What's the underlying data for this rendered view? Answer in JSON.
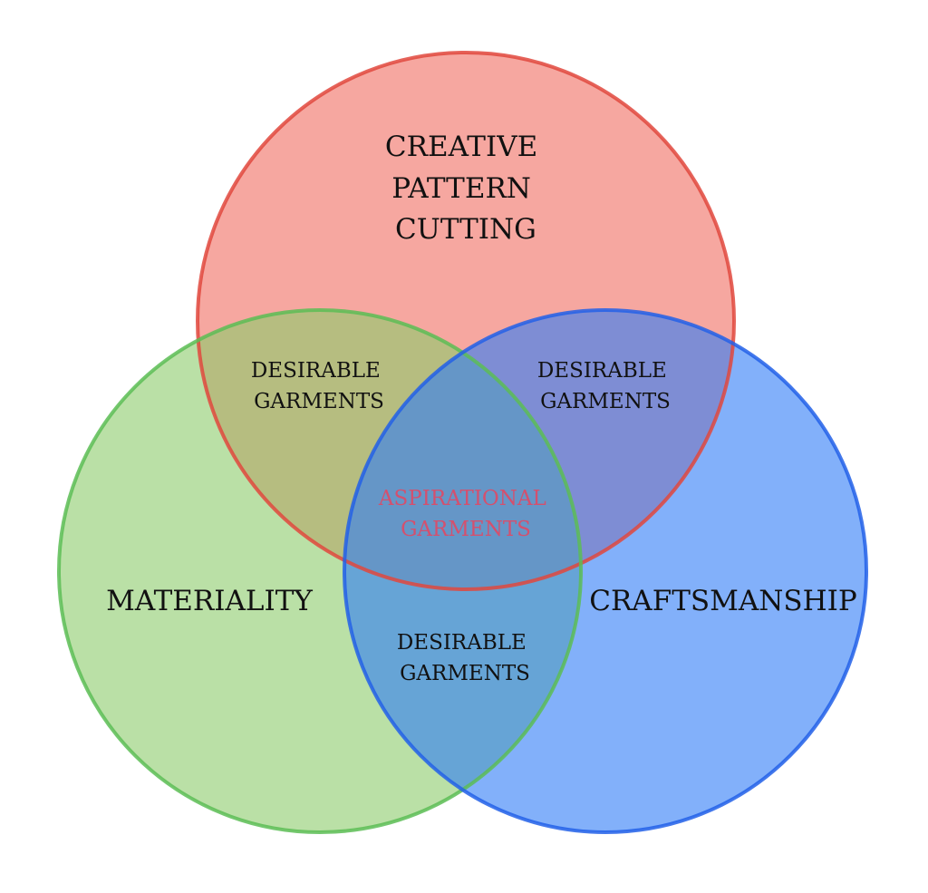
{
  "sets": {
    "top": {
      "lines": [
        "CREATIVE",
        "PATTERN",
        "CUTTING"
      ],
      "fill": "#ee5e52",
      "stroke": "#e0483d"
    },
    "left": {
      "lines": [
        "MATERIALITY"
      ],
      "fill": "#8ccc6a",
      "stroke": "#5cbd55"
    },
    "right": {
      "lines": [
        "CRAFTSMANSHIP"
      ],
      "fill": "#2f7cf6",
      "stroke": "#2260e8"
    }
  },
  "overlaps": {
    "top_left": {
      "lines": [
        "DESIRABLE",
        "GARMENTS"
      ]
    },
    "top_right": {
      "lines": [
        "DESIRABLE",
        "GARMENTS"
      ]
    },
    "left_right": {
      "lines": [
        "DESIRABLE",
        "GARMENTS"
      ]
    },
    "center": {
      "lines": [
        "ASPIRATIONAL",
        "GARMENTS"
      ],
      "color": "#d4506e"
    }
  }
}
